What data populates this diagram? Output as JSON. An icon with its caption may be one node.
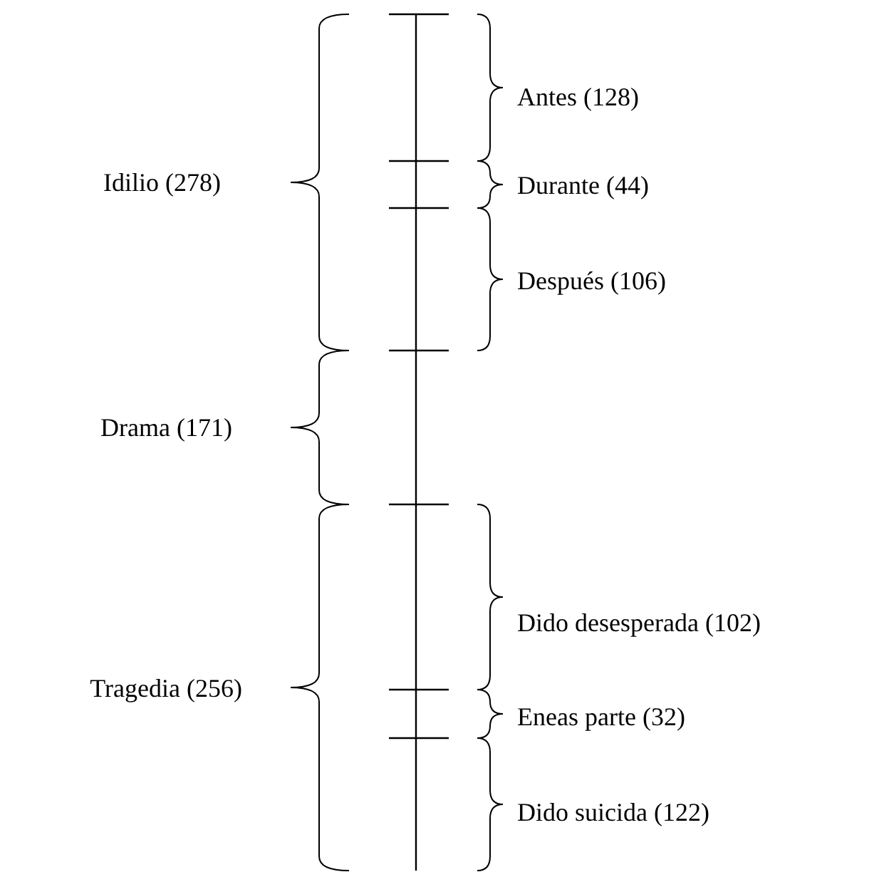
{
  "diagram": {
    "labels": [
      "Idilio (278)",
      "Antes (128)",
      "Durante (44)",
      "Después (106)",
      "Drama (171)",
      "Tragedia (256)",
      "Dido desesperada (102)",
      "Eneas parte (32)",
      "Dido suicida (122)"
    ]
  }
}
